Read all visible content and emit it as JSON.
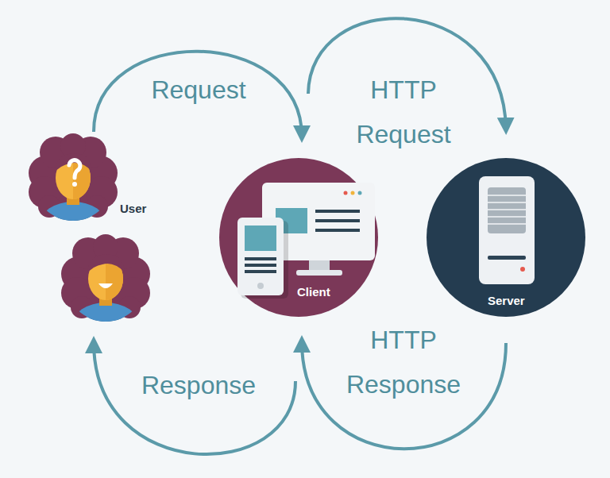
{
  "diagram": {
    "nodes": [
      {
        "text": [
          "User"
        ]
      },
      {
        "text": [
          "Client"
        ]
      },
      {
        "text": [
          "Server"
        ]
      }
    ],
    "edges": [
      {
        "from": 0,
        "to": 1,
        "label": "Request",
        "arrow": "to"
      },
      {
        "from": 1,
        "to": 2,
        "label": "HTTP Request",
        "arrow": "to"
      },
      {
        "from": 2,
        "to": 1,
        "label": "HTTP Response",
        "arrow": "to"
      },
      {
        "from": 1,
        "to": 0,
        "label": "Response",
        "arrow": "to"
      }
    ]
  }
}
